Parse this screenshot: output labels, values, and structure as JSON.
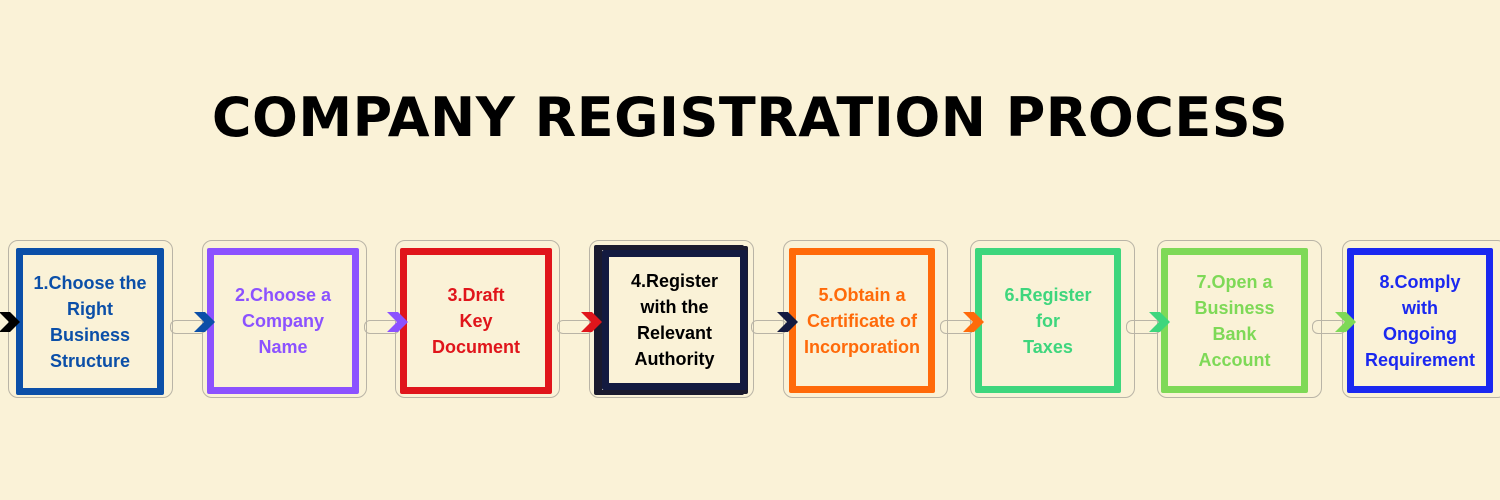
{
  "title": "COMPANY REGISTRATION PROCESS",
  "steps": [
    {
      "label": "1.Choose the\nRight\nBusiness\nStructure",
      "color": "#0b4fa8"
    },
    {
      "label": "2.Choose a\nCompany\nName",
      "color": "#8c52ff"
    },
    {
      "label": "3.Draft\nKey\nDocument",
      "color": "#e0151b"
    },
    {
      "label": "4.Register\nwith the\nRelevant\nAuthority",
      "color": "#131a40",
      "text_color": "#000000"
    },
    {
      "label": "5.Obtain a\nCertificate of\nIncorporation",
      "color": "#ff6a0a"
    },
    {
      "label": "6.Register\nfor\nTaxes",
      "color": "#3ed67d"
    },
    {
      "label": "7.Open a\nBusiness\nBank\nAccount",
      "color": "#7ed957"
    },
    {
      "label": "8.Comply\nwith\nOngoing\nRequirement",
      "color": "#1a28f0"
    }
  ],
  "arrow_colors": [
    "#000000",
    "#0b4fa8",
    "#8c52ff",
    "#e0151b",
    "#131a40",
    "#ff6a0a",
    "#3ed67d",
    "#7ed957"
  ],
  "background": "#faf2d7"
}
